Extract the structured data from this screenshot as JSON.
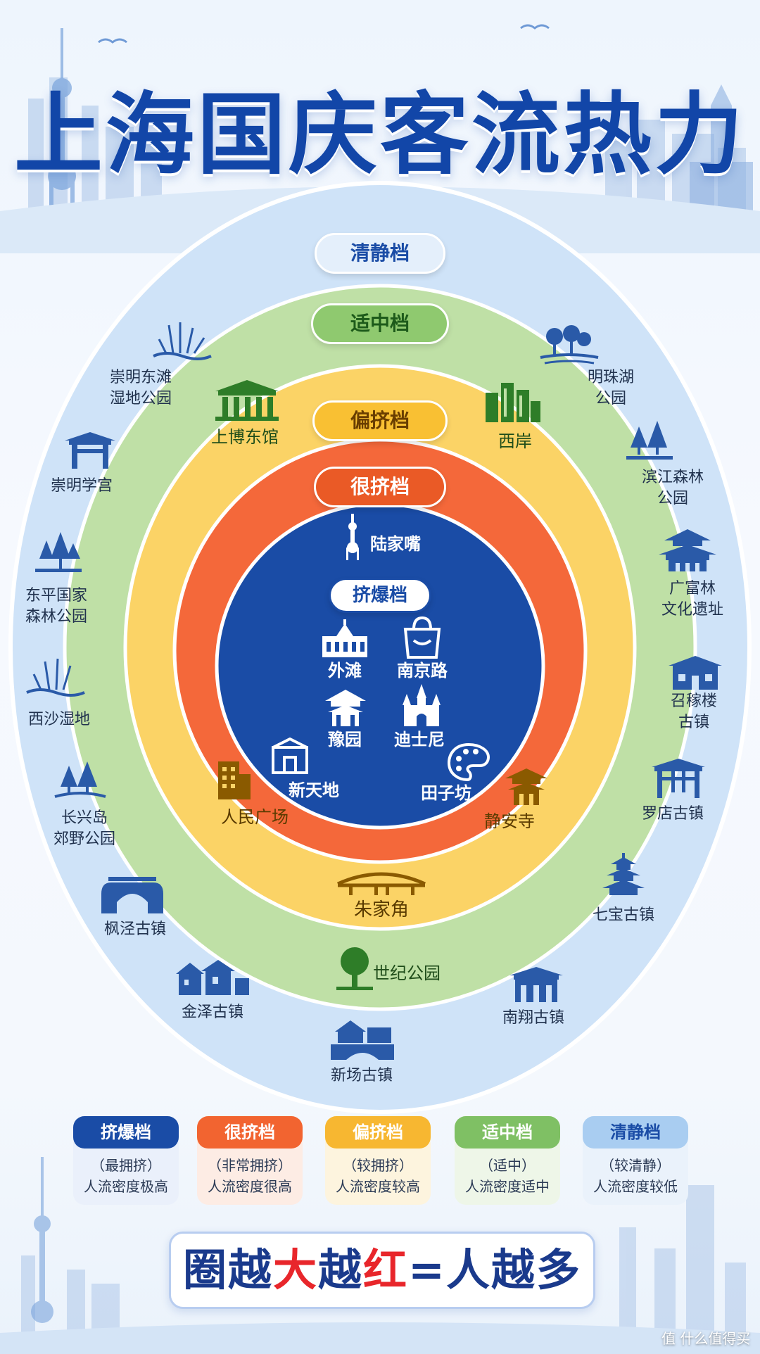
{
  "title": "上海国庆客流热力图",
  "tiers": {
    "quiet": "清静档",
    "moderate": "适中档",
    "busy": "偏挤档",
    "crowded": "很挤档",
    "packed": "挤爆档"
  },
  "places": {
    "packed": [
      "外滩",
      "南京路",
      "豫园",
      "迪士尼"
    ],
    "crowded": [
      "陆家嘴",
      "新天地",
      "田子坊"
    ],
    "busy": [
      "人民广场",
      "静安寺",
      "朱家角"
    ],
    "moderate": [
      "上博东馆",
      "西岸",
      "世纪公园"
    ],
    "quiet": [
      "崇明东滩\n湿地公园",
      "崇明学宫",
      "东平国家\n森林公园",
      "西沙湿地",
      "长兴岛\n郊野公园",
      "枫泾古镇",
      "金泽古镇",
      "新场古镇",
      "明珠湖\n公园",
      "滨江森林\n公园",
      "广富林\n文化遗址",
      "召稼楼\n古镇",
      "罗店古镇",
      "七宝古镇",
      "南翔古镇"
    ]
  },
  "legend": [
    {
      "name": "挤爆档",
      "level": "（最拥挤）",
      "desc": "人流密度极高",
      "color": "#1a4ca6"
    },
    {
      "name": "很挤档",
      "level": "（非常拥挤）",
      "desc": "人流密度很高",
      "color": "#f26430"
    },
    {
      "name": "偏挤档",
      "level": "（较拥挤）",
      "desc": "人流密度较高",
      "color": "#f7b731"
    },
    {
      "name": "适中档",
      "level": "（适中）",
      "desc": "人流密度适中",
      "color": "#7fc064"
    },
    {
      "name": "清静档",
      "level": "（较清静）",
      "desc": "人流密度较低",
      "color": "#a9cdf1"
    }
  ],
  "slogan": {
    "p1": "圈越",
    "p2": "大",
    "p3": "越",
    "p4": "红",
    "p5": "=人越多"
  },
  "colors": {
    "quiet": "#cfe3f8",
    "moderate": "#bfe0a6",
    "busy": "#fbd366",
    "crowded": "#f4683a",
    "packed": "#1a4ca6",
    "title": "#1246a8"
  },
  "watermark": "值 什么值得买"
}
